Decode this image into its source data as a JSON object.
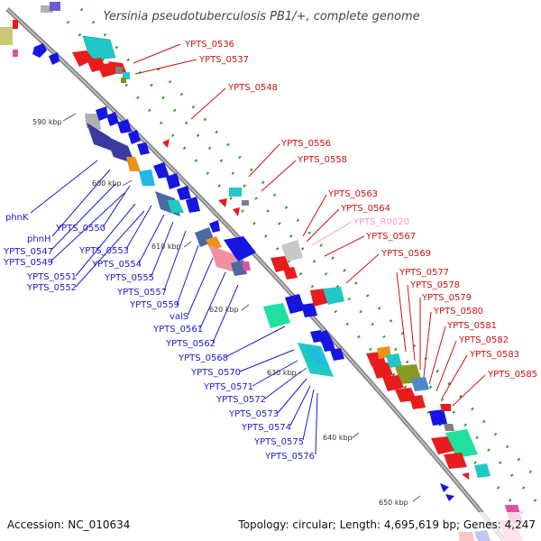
{
  "title": "Yersinia pseudotuberculosis PB1/+, complete genome",
  "footer": {
    "accession": "Accession: NC_010634",
    "summary": "Topology: circular; Length: 4,695,619 bp; Genes: 4,247"
  },
  "colors": {
    "forward_genes": "#e81c1c",
    "reverse_genes": "#1616e0",
    "rna_gene": "#f0a0c8",
    "backbone": "#888888",
    "gc_dots": "#2a9a2a"
  },
  "scale_labels": [
    "590 kbp",
    "600 kbp",
    "610 kbp",
    "620 kbp",
    "630 kbp",
    "640 kbp",
    "650 kbp"
  ],
  "forward_labels": [
    "YPTS_0536",
    "YPTS_0537",
    "YPTS_0548",
    "YPTS_0556",
    "YPTS_0558",
    "YPTS_0563",
    "YPTS_0564",
    "YPTS_0567",
    "YPTS_0569",
    "YPTS_0577",
    "YPTS_0578",
    "YPTS_0579",
    "YPTS_0580",
    "YPTS_0581",
    "YPTS_0582",
    "YPTS_0583",
    "YPTS_0585"
  ],
  "rna_labels": [
    "YPTS_R0020"
  ],
  "reverse_labels": [
    "phnK",
    "phnH",
    "YPTS_0550",
    "YPTS_0547",
    "YPTS_0549",
    "YPTS_0553",
    "YPTS_0554",
    "YPTS_0551",
    "YPTS_0552",
    "YPTS_0555",
    "YPTS_0557",
    "YPTS_0559",
    "valS",
    "YPTS_0561",
    "YPTS_0562",
    "YPTS_0568",
    "YPTS_0570",
    "YPTS_0571",
    "YPTS_0572",
    "YPTS_0573",
    "YPTS_0574",
    "YPTS_0575",
    "YPTS_0576"
  ]
}
